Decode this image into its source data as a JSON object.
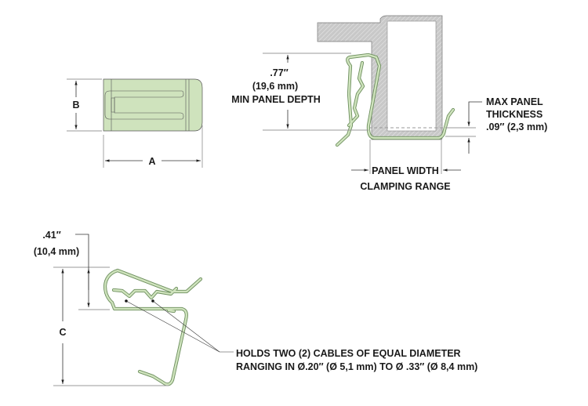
{
  "top_view": {
    "label_a": "A",
    "label_b": "B"
  },
  "cross_section": {
    "depth_in": ".77″",
    "depth_mm": "(19,6 mm)",
    "depth_label": "MIN PANEL DEPTH",
    "thickness_line1": "MAX PANEL",
    "thickness_line2": "THICKNESS",
    "thickness_value": ".09″ (2,3 mm)",
    "width_line1": "PANEL WIDTH",
    "width_line2": "CLAMPING RANGE"
  },
  "side_view": {
    "height_in": ".41″",
    "height_mm": "(10,4 mm)",
    "label_c": "C",
    "note_line1": "HOLDS TWO (2) CABLES OF EQUAL DIAMETER",
    "note_line2": "RANGING IN Ø.20″ (Ø 5,1 mm) TO Ø .33″ (Ø 8,4 mm)"
  },
  "colors": {
    "clip_fill": "#cfe3bd",
    "clip_stroke": "#6d8f5e",
    "panel_hatch": "#bdbdbd"
  }
}
